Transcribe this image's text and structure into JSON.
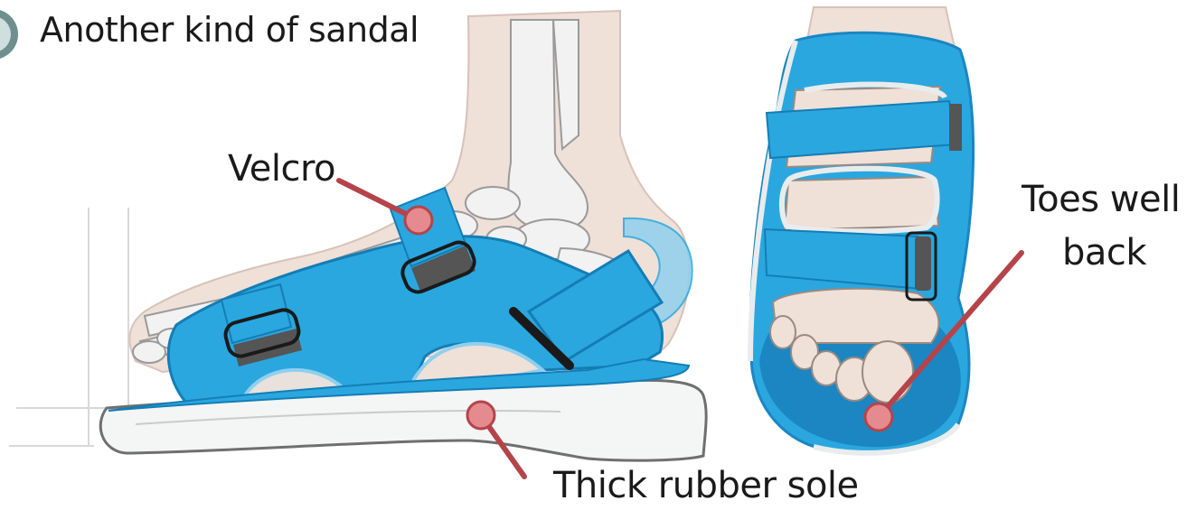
{
  "title": "Another kind of sandal",
  "labels": {
    "velcro": "Velcro",
    "sole": "Thick rubber sole",
    "toes_line1": "Toes well",
    "toes_line2": "back"
  },
  "colors": {
    "strap_blue": "#2aa7df",
    "strap_dark": "#1b86c2",
    "sole_white": "#f4f5f5",
    "bone": "#d9d9d9",
    "skin": "#efe0d8",
    "pointer_line": "#b5444a",
    "pointer_dot": "#e58a8f"
  }
}
